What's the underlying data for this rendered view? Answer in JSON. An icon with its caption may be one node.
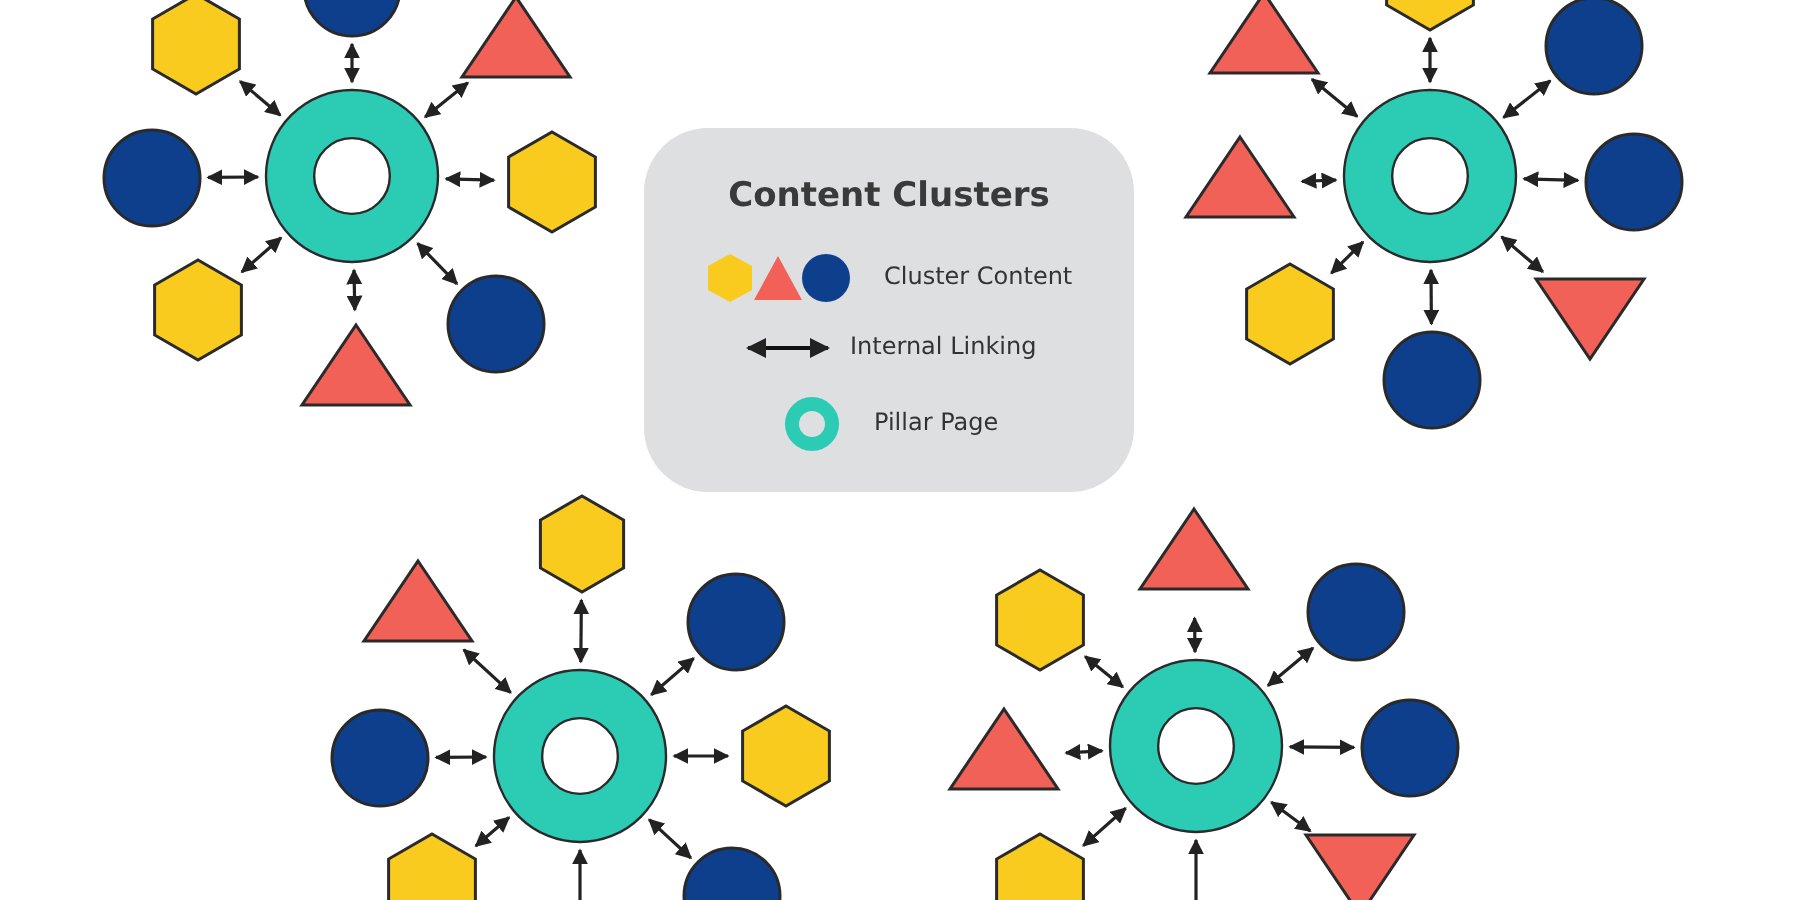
{
  "diagram": {
    "title": "Content Clusters",
    "nodes": [
      {
        "text": [],
        "shape": "ring"
      },
      {
        "text": [],
        "shape": "circle"
      },
      {
        "text": [],
        "shape": "hexagon"
      },
      {
        "text": [],
        "shape": "triangle"
      },
      {
        "text": [],
        "shape": "circle"
      },
      {
        "text": [],
        "shape": "hexagon"
      },
      {
        "text": [],
        "shape": "hexagon"
      },
      {
        "text": [],
        "shape": "circle"
      },
      {
        "text": [],
        "shape": "triangle"
      },
      {
        "text": [],
        "shape": "ring"
      },
      {
        "text": [],
        "shape": "hexagon"
      },
      {
        "text": [],
        "shape": "triangle"
      },
      {
        "text": [],
        "shape": "circle"
      },
      {
        "text": [],
        "shape": "triangle"
      },
      {
        "text": [],
        "shape": "circle"
      },
      {
        "text": [],
        "shape": "hexagon"
      },
      {
        "text": [],
        "shape": "triangle"
      },
      {
        "text": [],
        "shape": "circle"
      },
      {
        "text": [],
        "shape": "ring"
      },
      {
        "text": [],
        "shape": "hexagon"
      },
      {
        "text": [],
        "shape": "triangle"
      },
      {
        "text": [],
        "shape": "circle"
      },
      {
        "text": [],
        "shape": "circle"
      },
      {
        "text": [],
        "shape": "hexagon"
      },
      {
        "text": [],
        "shape": "hexagon"
      },
      {
        "text": [],
        "shape": "circle"
      },
      {
        "text": [],
        "shape": "ring"
      },
      {
        "text": [],
        "shape": "triangle"
      },
      {
        "text": [],
        "shape": "hexagon"
      },
      {
        "text": [],
        "shape": "circle"
      },
      {
        "text": [],
        "shape": "triangle"
      },
      {
        "text": [],
        "shape": "circle"
      },
      {
        "text": [],
        "shape": "hexagon"
      },
      {
        "text": [],
        "shape": "triangle"
      }
    ],
    "edges": [
      {
        "from": 0,
        "to": 1,
        "arrow": "both"
      },
      {
        "from": 0,
        "to": 2,
        "arrow": "both"
      },
      {
        "from": 0,
        "to": 3,
        "arrow": "both"
      },
      {
        "from": 0,
        "to": 4,
        "arrow": "both"
      },
      {
        "from": 0,
        "to": 5,
        "arrow": "both"
      },
      {
        "from": 0,
        "to": 6,
        "arrow": "both"
      },
      {
        "from": 0,
        "to": 7,
        "arrow": "both"
      },
      {
        "from": 0,
        "to": 8,
        "arrow": "both"
      },
      {
        "from": 9,
        "to": 10,
        "arrow": "both"
      },
      {
        "from": 9,
        "to": 11,
        "arrow": "both"
      },
      {
        "from": 9,
        "to": 12,
        "arrow": "both"
      },
      {
        "from": 9,
        "to": 13,
        "arrow": "both"
      },
      {
        "from": 9,
        "to": 14,
        "arrow": "both"
      },
      {
        "from": 9,
        "to": 15,
        "arrow": "both"
      },
      {
        "from": 9,
        "to": 16,
        "arrow": "both"
      },
      {
        "from": 9,
        "to": 17,
        "arrow": "both"
      },
      {
        "from": 18,
        "to": 19,
        "arrow": "both"
      },
      {
        "from": 18,
        "to": 20,
        "arrow": "both"
      },
      {
        "from": 18,
        "to": 21,
        "arrow": "both"
      },
      {
        "from": 18,
        "to": 22,
        "arrow": "both"
      },
      {
        "from": 18,
        "to": 23,
        "arrow": "both"
      },
      {
        "from": 18,
        "to": 24,
        "arrow": "both"
      },
      {
        "from": 18,
        "to": 25,
        "arrow": "both"
      },
      {
        "from": null,
        "to": 18,
        "arrow": "to"
      },
      {
        "from": 26,
        "to": 27,
        "arrow": "both"
      },
      {
        "from": 26,
        "to": 28,
        "arrow": "both"
      },
      {
        "from": 26,
        "to": 29,
        "arrow": "both"
      },
      {
        "from": 26,
        "to": 30,
        "arrow": "both"
      },
      {
        "from": 26,
        "to": 31,
        "arrow": "both"
      },
      {
        "from": 26,
        "to": 32,
        "arrow": "both"
      },
      {
        "from": 26,
        "to": 33,
        "arrow": "both"
      },
      {
        "from": null,
        "to": 26,
        "arrow": "to"
      }
    ],
    "legend": [
      {
        "text": "Cluster Content"
      },
      {
        "text": "Internal Linking"
      },
      {
        "text": "Pillar Page"
      }
    ]
  }
}
